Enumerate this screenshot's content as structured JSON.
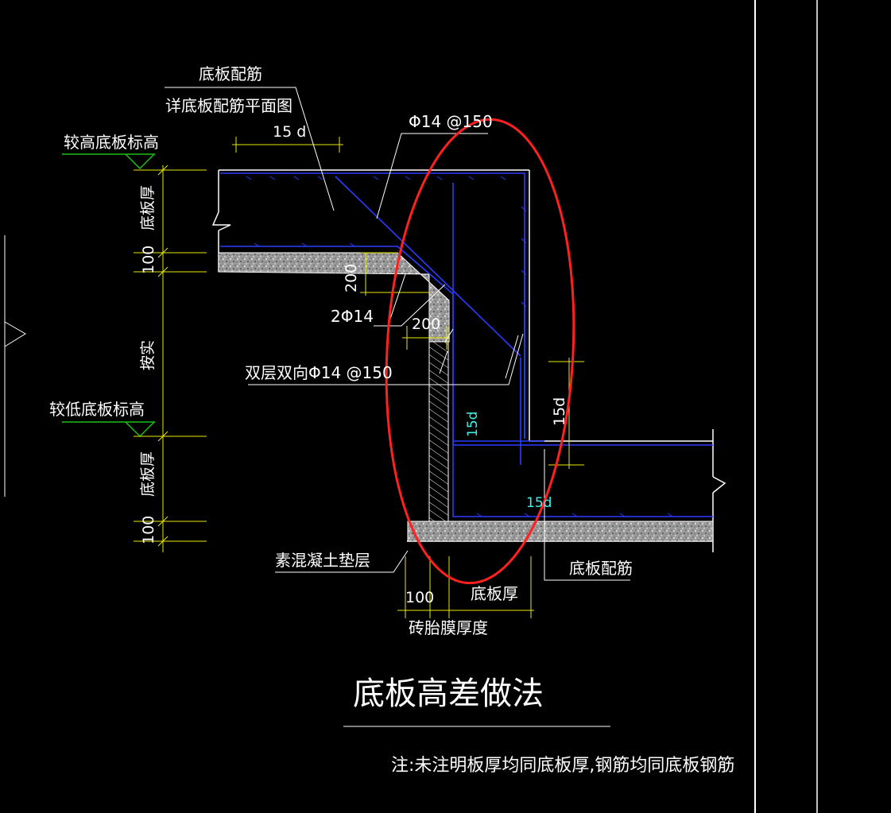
{
  "labels": {
    "slab_rebar_top": "底板配筋",
    "see_plan": "详底板配筋平面图",
    "dim_15d_top": "15 d",
    "rebar_spec_top": "Φ14 @150",
    "higher_elev": "较高底板标高",
    "slab_thk_upper": "底板厚",
    "dim_100_upper": "100",
    "dim_200_a": "200",
    "bars_2phi14": "2Φ14",
    "dim_200_b": "200",
    "variable": "按实",
    "double_layer": "双层双向Φ14 @150",
    "lower_elev": "较低底板标高",
    "dim_15d_mid": "15d",
    "dim_15d_right": "15d",
    "dim_15d_bottom": "15d",
    "slab_thk_lower": "底板厚",
    "dim_100_lower": "100",
    "plain_concrete": "素混凝土垫层",
    "slab_rebar_bottom": "底板配筋",
    "dim_100_bottom": "100",
    "slab_thk_bottom": "底板厚",
    "brick_mold": "砖胎膜厚度"
  },
  "title": "底板高差做法",
  "note": "注:未注明板厚均同底板厚,钢筋均同底板钢筋",
  "colors": {
    "background": "#000000",
    "rebar": "#2a3cff",
    "dimension": "#e8e800",
    "elevation": "#19c019",
    "highlight": "#ff2020",
    "concrete": "#ffffff",
    "text": "#ffffff",
    "cyan_text": "#3ff0e8"
  }
}
